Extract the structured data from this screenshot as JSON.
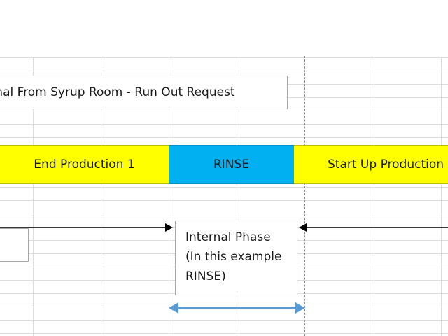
{
  "signal": {
    "text": "Signal From Syrup Room - Run Out Request"
  },
  "phases": [
    {
      "label": "End Production 1",
      "color": "#ffff00"
    },
    {
      "label": "RINSE",
      "color": "#00b0f0"
    },
    {
      "label": "Start Up Production",
      "color": "#ffff00"
    }
  ],
  "internal_phase": {
    "lines": [
      "Internal Phase",
      "(In this example",
      "RINSE)"
    ]
  },
  "colors": {
    "arrow_black": "#000000",
    "arrow_blue": "#5b9bd5",
    "grid": "#dcdcdc"
  }
}
